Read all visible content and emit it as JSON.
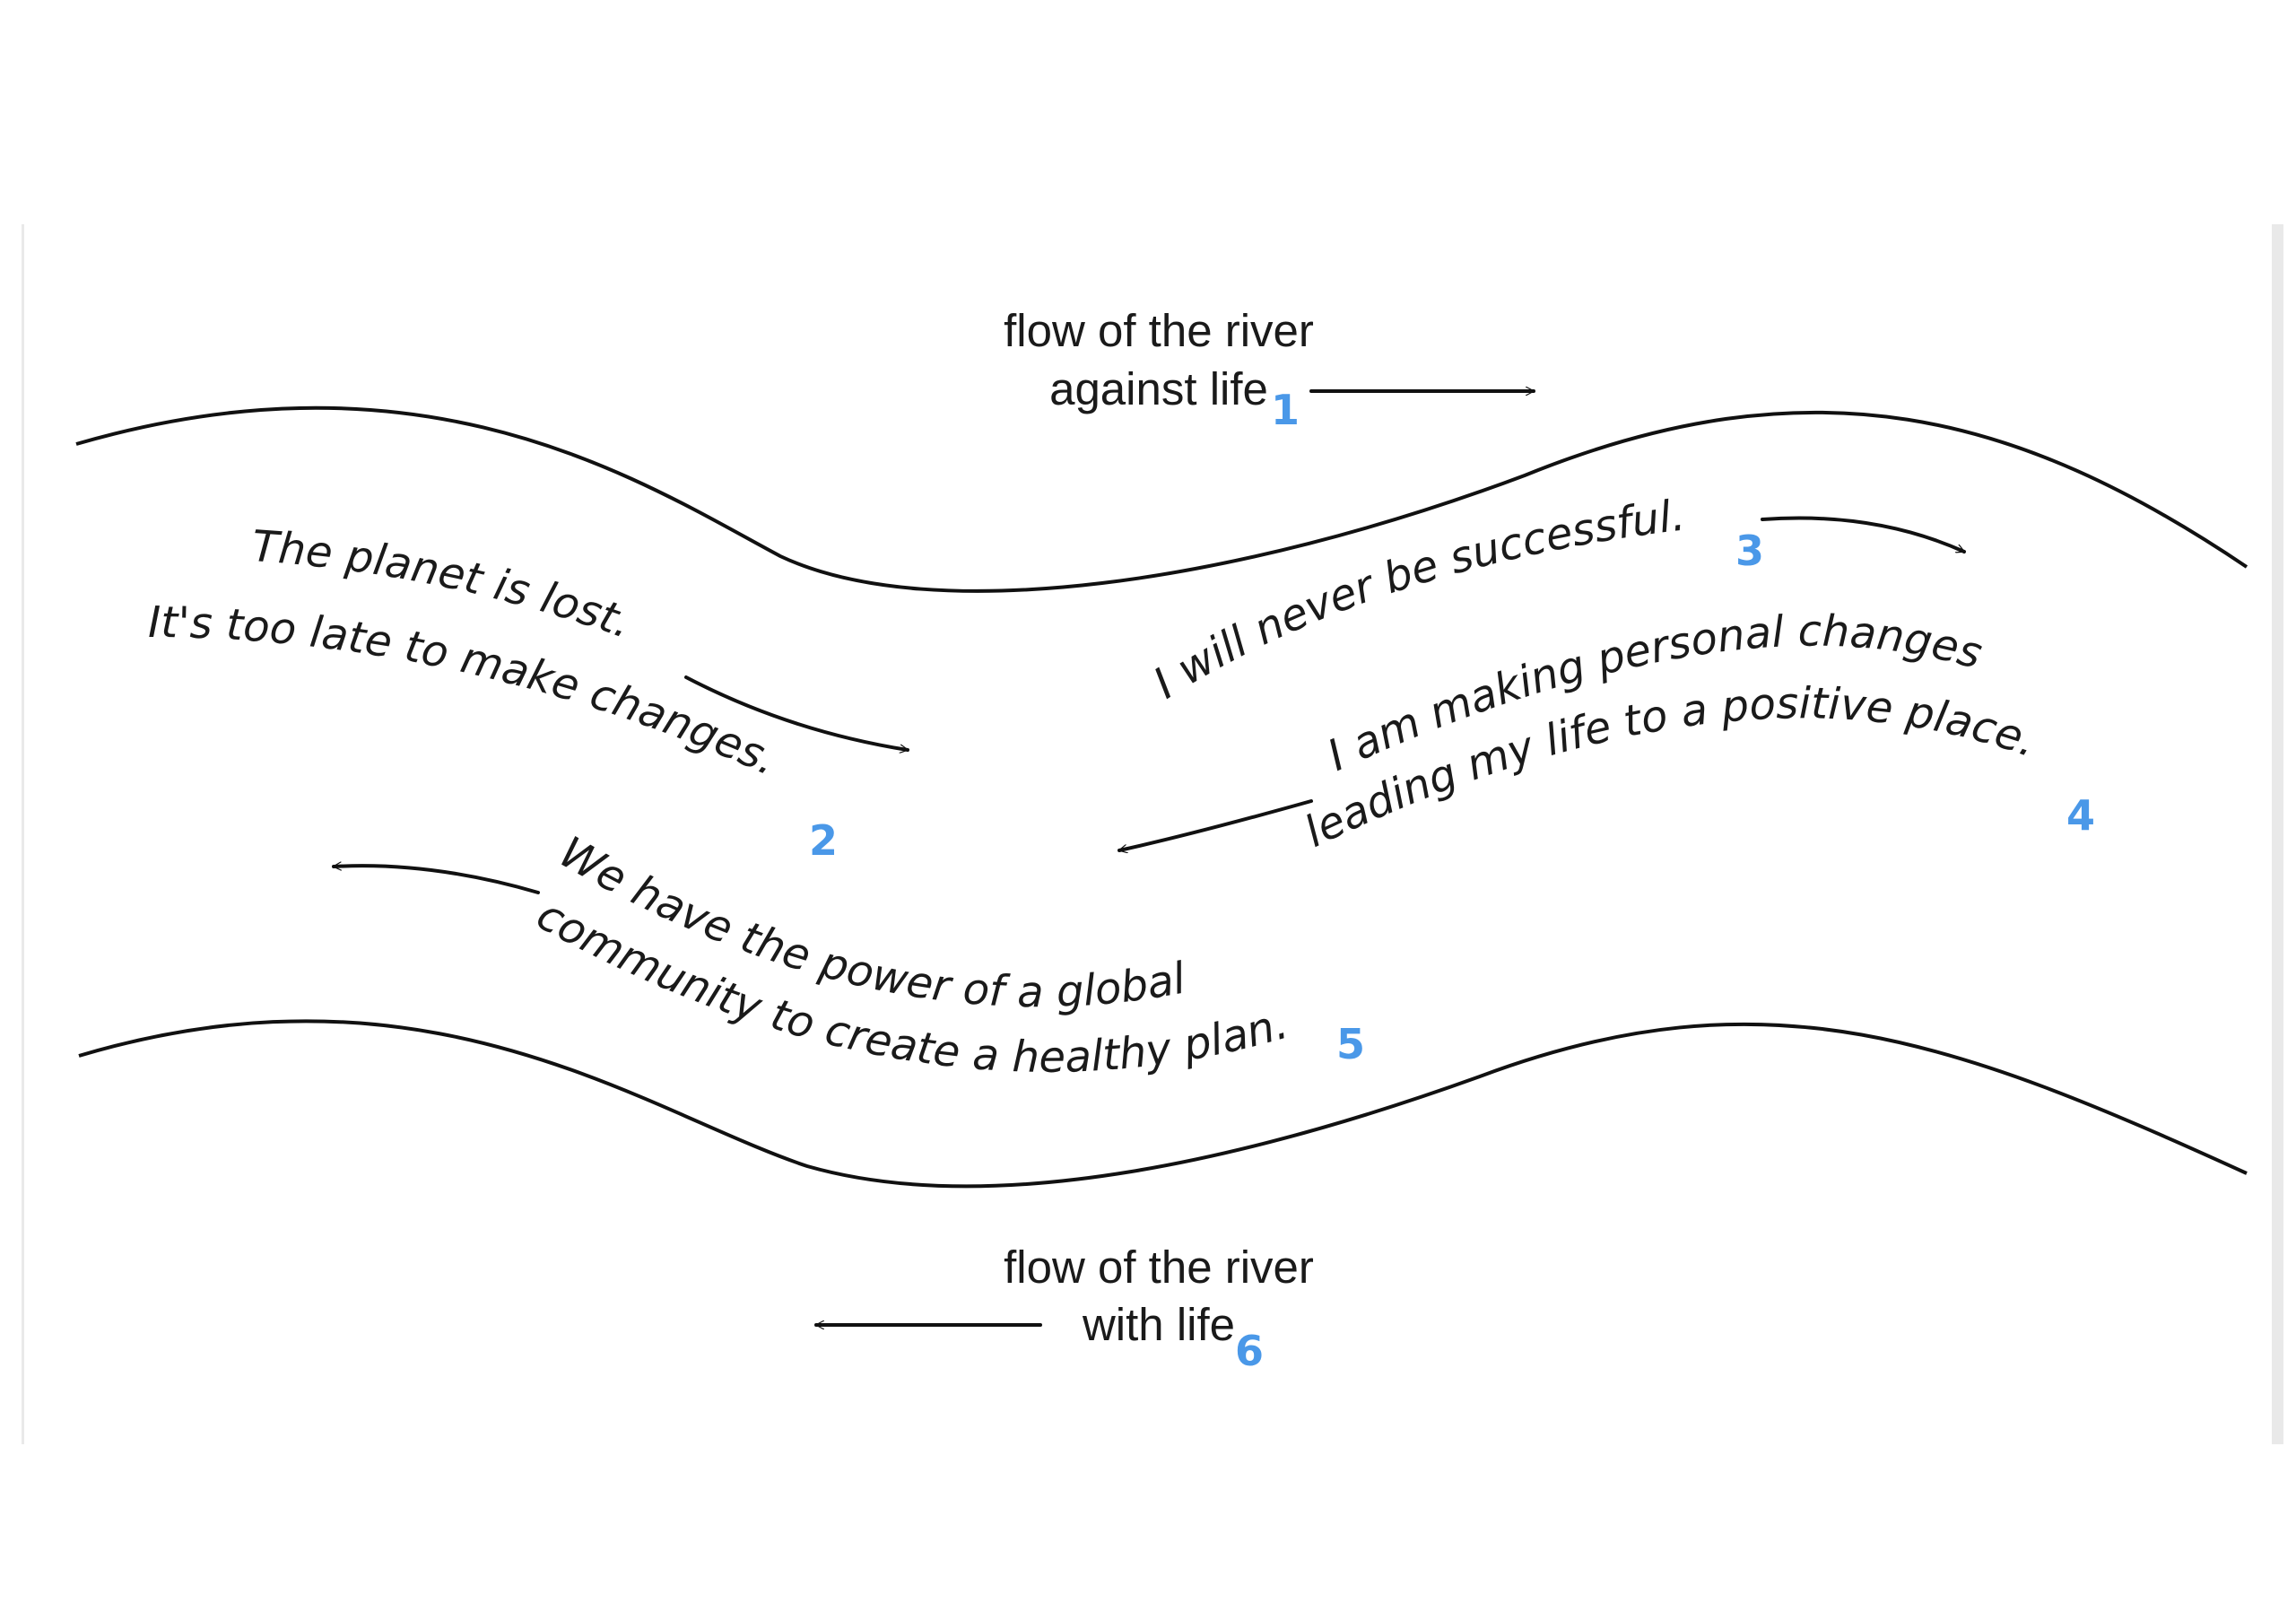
{
  "diagram": {
    "header_caption": {
      "line1": "flow of the river",
      "line2": "against life",
      "marker": "1"
    },
    "footer_caption": {
      "line1": "flow of the river",
      "line2": "with life",
      "marker": "6"
    },
    "thoughts": [
      {
        "line1": "The planet is lost.",
        "line2": "It's too late to make changes.",
        "marker": "2"
      },
      {
        "line1": "I will never be successful.",
        "marker": "3"
      },
      {
        "line1": "I am making personal changes",
        "line2": "leading my life to a positive place.",
        "marker": "4"
      },
      {
        "line1": "We have the power of a global",
        "line2": "community to create a healthy plan.",
        "marker": "5"
      }
    ],
    "colors": {
      "ink": "#111111",
      "marker": "#4a98e8",
      "frame": "#e9e9e9"
    }
  }
}
